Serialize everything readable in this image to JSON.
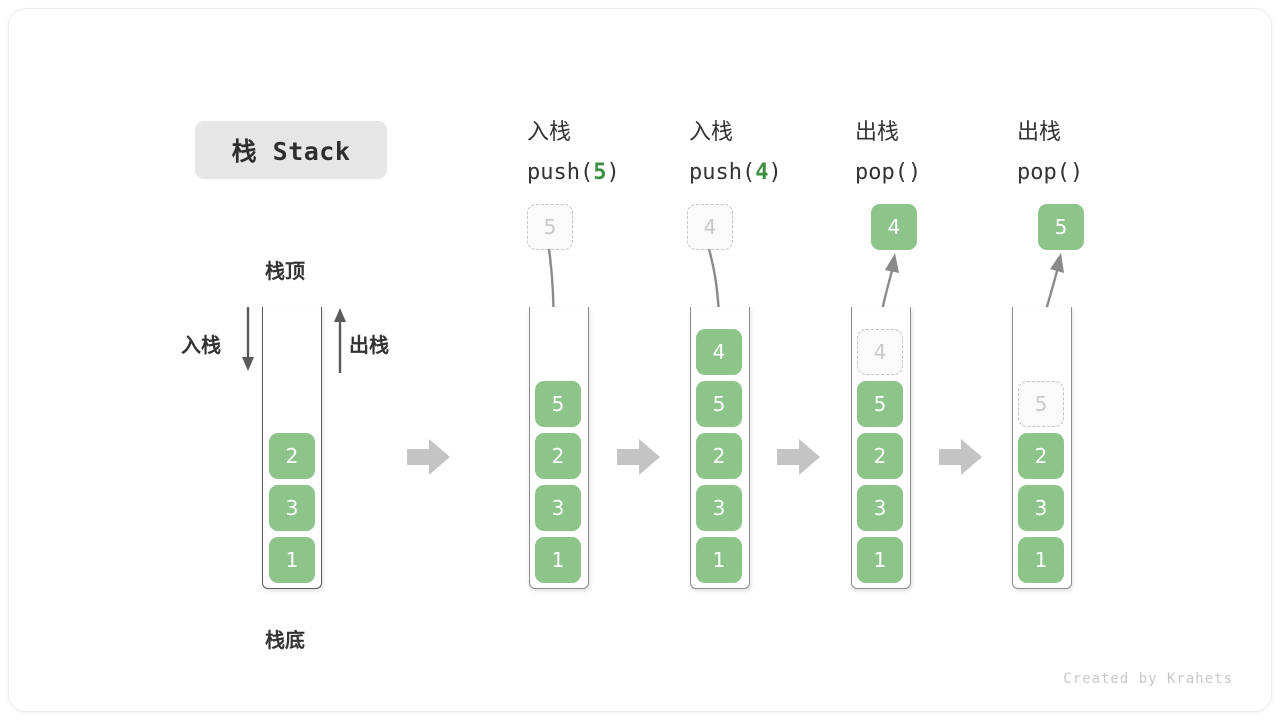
{
  "title_badge": "栈 Stack",
  "credit": "Created by Krahets",
  "colors": {
    "cell_fill": "#8cc48a",
    "cell_text": "#ffffff",
    "ghost_border": "#c4c4c4",
    "ghost_text": "#c9c9c9",
    "arrow_gray": "#c4c4c4",
    "motion_arrow": "#6e6e6e",
    "accent_green": "#3f8f42",
    "badge_bg": "#e6e6e6",
    "label_text": "#333333"
  },
  "left_diagram": {
    "top_label": "栈顶",
    "bottom_label": "栈底",
    "push_label": "入栈",
    "pop_label": "出栈",
    "stack": [
      "2",
      "3",
      "1"
    ]
  },
  "steps": [
    {
      "op_cn": "入栈",
      "op_code_prefix": "push(",
      "op_code_arg": "5",
      "op_code_suffix": ")",
      "floating": {
        "value": "5",
        "style": "ghost"
      },
      "stack": [
        "5",
        "2",
        "3",
        "1"
      ],
      "ghost_top": false
    },
    {
      "op_cn": "入栈",
      "op_code_prefix": "push(",
      "op_code_arg": "4",
      "op_code_suffix": ")",
      "floating": {
        "value": "4",
        "style": "ghost"
      },
      "stack": [
        "4",
        "5",
        "2",
        "3",
        "1"
      ],
      "ghost_top": false
    },
    {
      "op_cn": "出栈",
      "op_code_prefix": "pop(",
      "op_code_arg": "",
      "op_code_suffix": ")",
      "floating": {
        "value": "4",
        "style": "filled"
      },
      "stack": [
        "4",
        "5",
        "2",
        "3",
        "1"
      ],
      "ghost_top": true
    },
    {
      "op_cn": "出栈",
      "op_code_prefix": "pop(",
      "op_code_arg": "",
      "op_code_suffix": ")",
      "floating": {
        "value": "5",
        "style": "filled"
      },
      "stack": [
        "5",
        "2",
        "3",
        "1"
      ],
      "ghost_top": true
    }
  ]
}
